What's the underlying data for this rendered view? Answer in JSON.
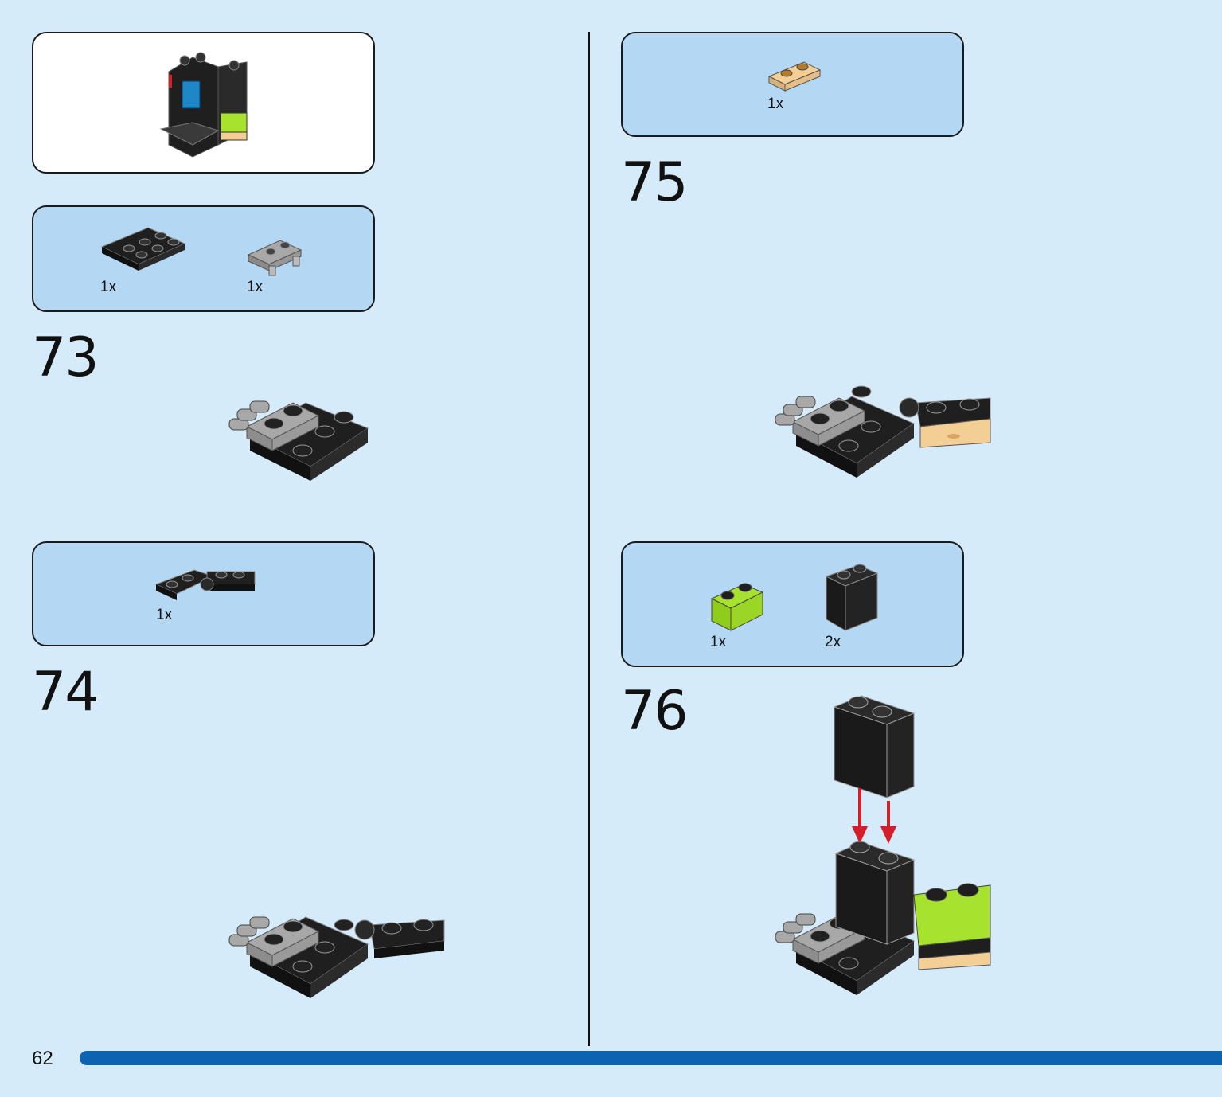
{
  "page": {
    "number": "62"
  },
  "steps": [
    {
      "number": "73",
      "parts": [
        {
          "qty": "1x",
          "part": "plate-2x3-black"
        },
        {
          "qty": "1x",
          "part": "plate-clip-grey"
        }
      ]
    },
    {
      "number": "74",
      "parts": [
        {
          "qty": "1x",
          "part": "hinge-plate-black"
        }
      ]
    },
    {
      "number": "75",
      "parts": [
        {
          "qty": "1x",
          "part": "tile-1x2-tan"
        }
      ]
    },
    {
      "number": "76",
      "parts": [
        {
          "qty": "1x",
          "part": "brick-1x2-lime"
        },
        {
          "qty": "2x",
          "part": "brick-1x2x2-black"
        }
      ]
    }
  ],
  "colors": {
    "background": "#d6ebfa",
    "parts_box": "#b4d8f4",
    "progress_bar": "#0b63b1",
    "black_brick": "#1f1f1f",
    "grey_brick": "#a8a8a8",
    "lime_brick": "#a6e22e",
    "tan_tile": "#f3cf96",
    "arrow": "#d21f2a"
  }
}
